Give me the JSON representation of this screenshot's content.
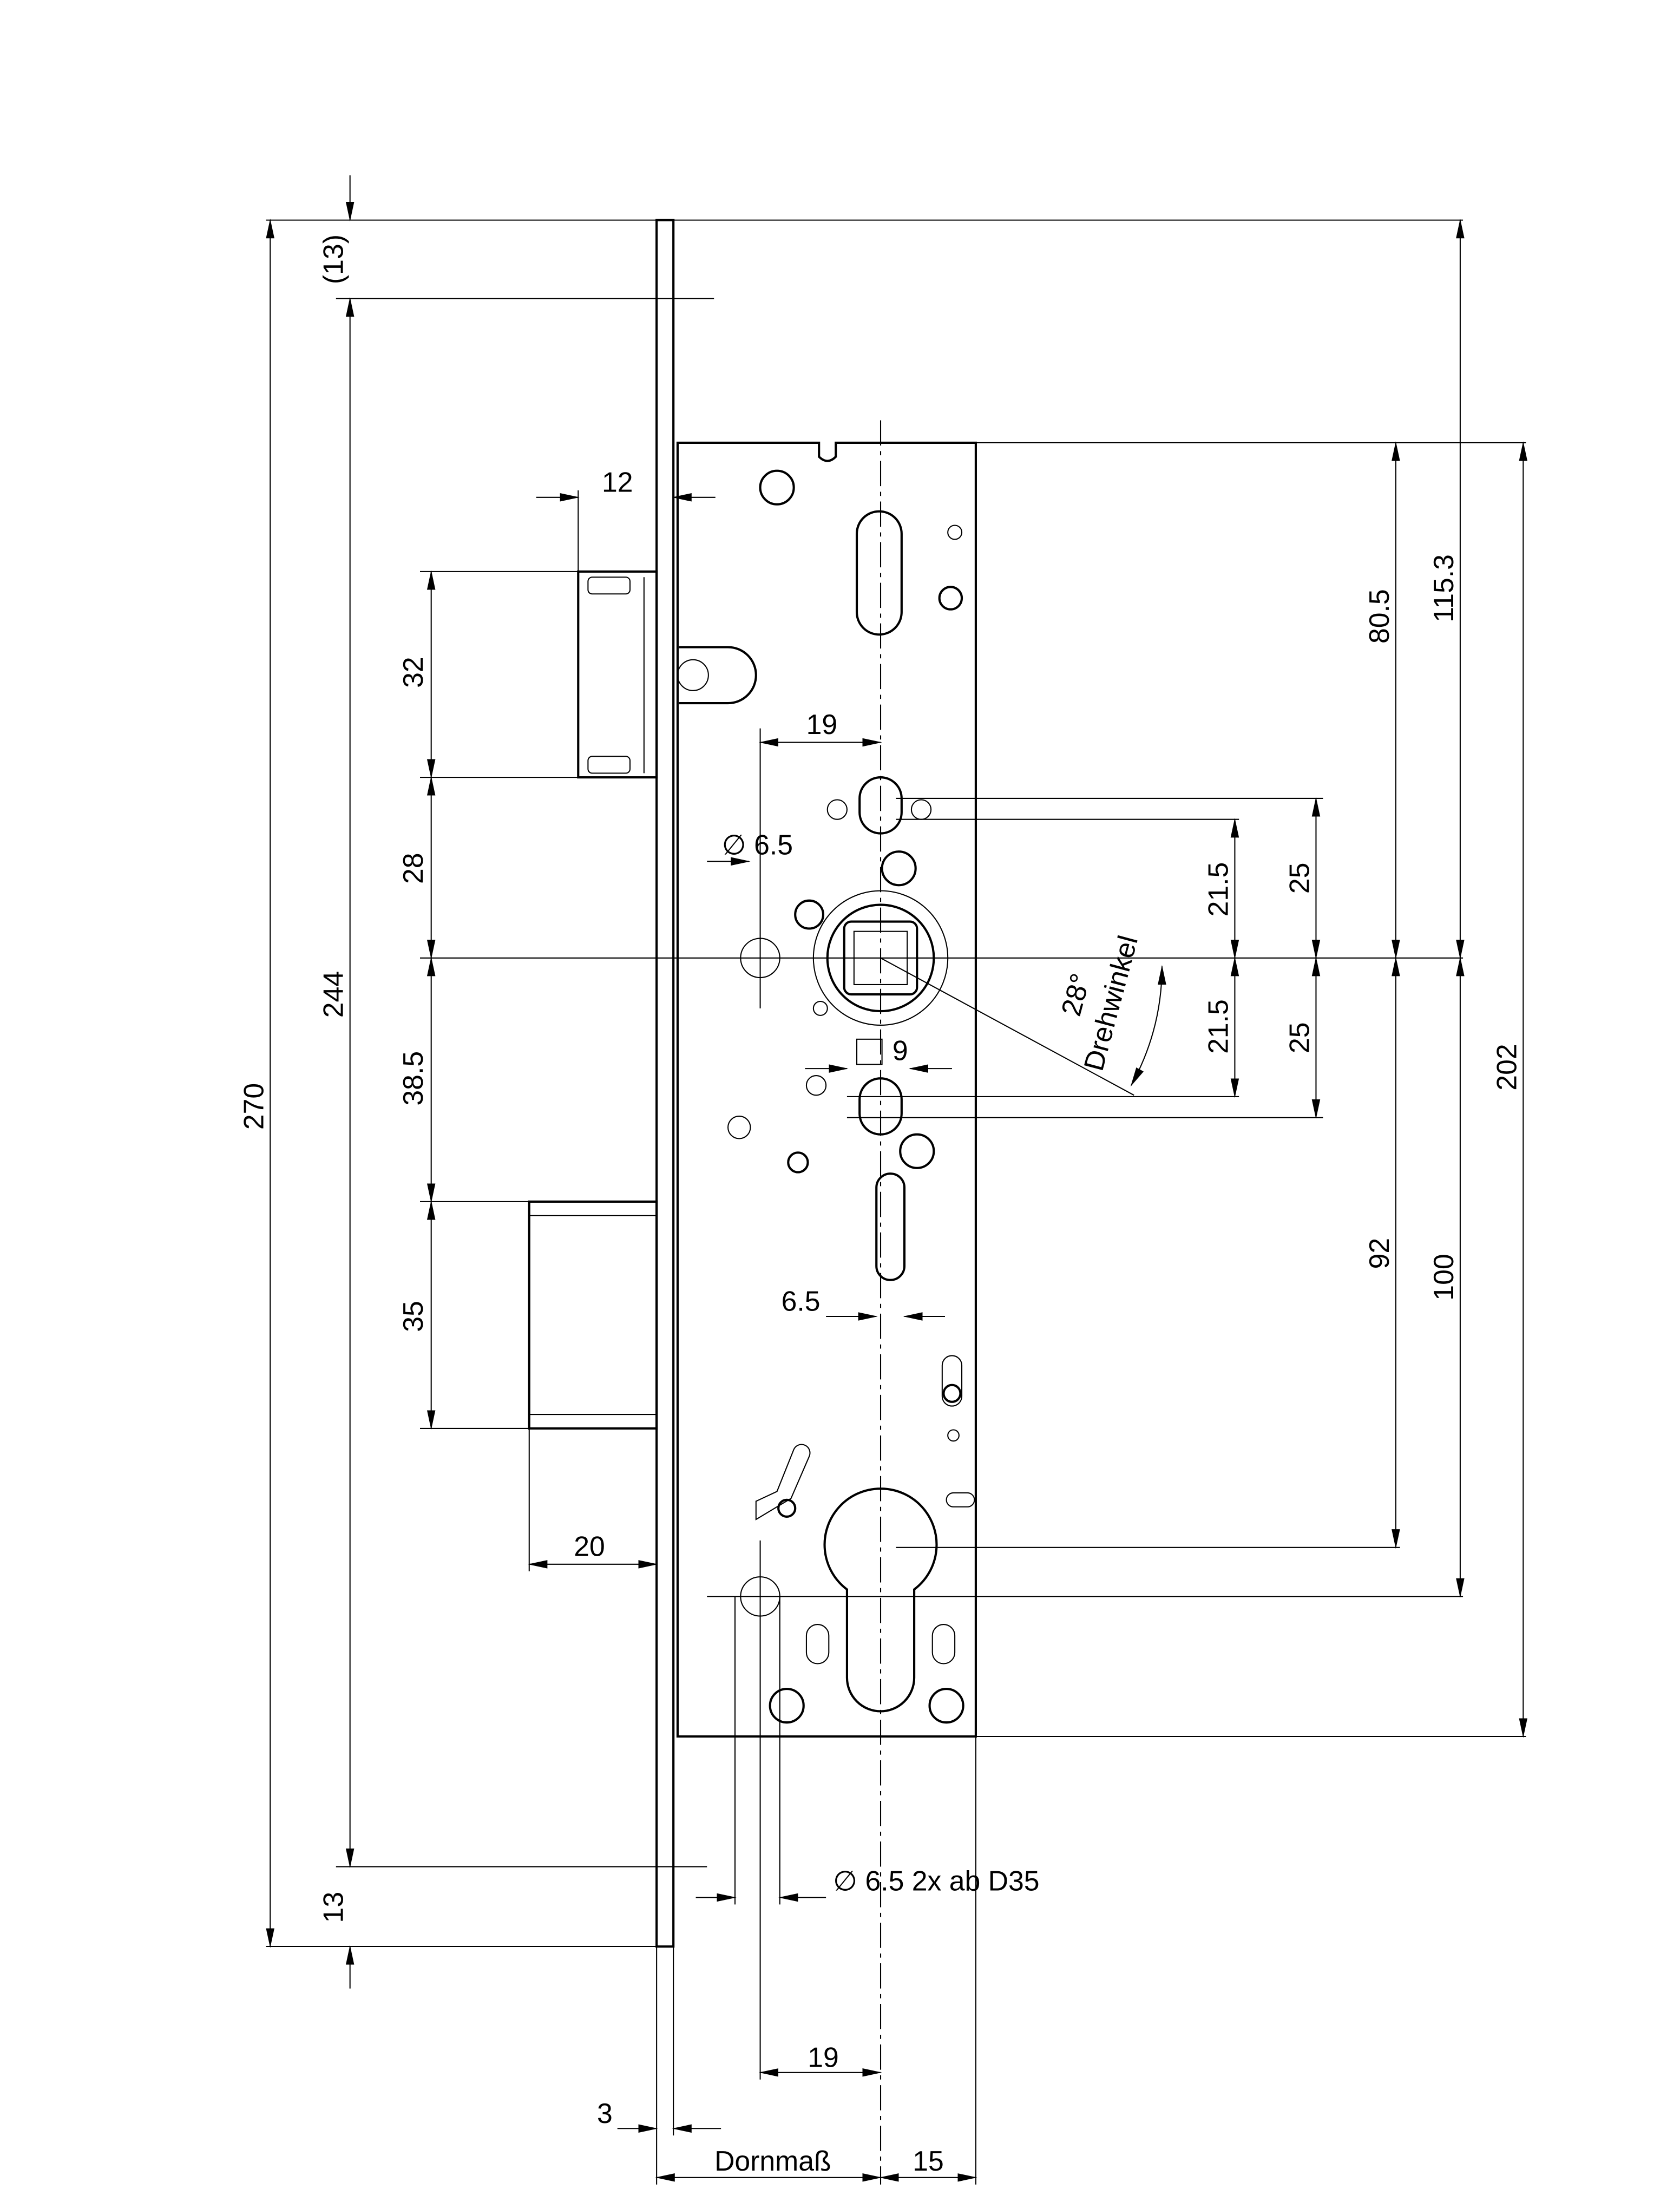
{
  "drawing": {
    "dims": {
      "total_height": "270",
      "faceplate_inner": "244",
      "top_offset": "(13)",
      "bottom_offset": "13",
      "latch_width": "12",
      "latch_height": "32",
      "latch_to_follower": "28",
      "follower_to_bolt": "38.5",
      "bolt_height": "35",
      "bolt_throw": "20",
      "faceplate_thickness": "3",
      "hole_offset_bottom": "19",
      "backset": "Dornmaß",
      "case_edge": "15",
      "hole_offset_top": "19",
      "hole_dia_top": "∅ 6.5",
      "hole_dia_bottom": "∅ 6.5 2x ab D35",
      "slot_width": "6.5",
      "square": "9",
      "rotation_angle": "28°",
      "rotation_label": "Drehwinkel",
      "up_21_5": "21.5",
      "down_21_5": "21.5",
      "up_25": "25",
      "down_25": "25",
      "case_top_to_follower": "80.5",
      "top_to_follower": "115.3",
      "case_height": "202",
      "follower_to_cylinder": "92",
      "follower_to_cylinder_bottom": "100"
    }
  }
}
